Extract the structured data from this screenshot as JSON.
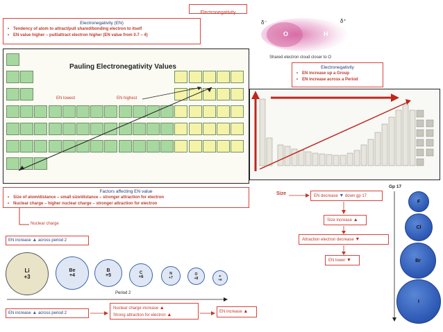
{
  "header": {
    "title": "Electronegativity"
  },
  "definition": {
    "title": "Electronegativity (EN)",
    "bullets": [
      "Tendency of atom to attract/pull shared/bonding electron to itself",
      "EN value higher – pull/attract electron higher (EN value from 0.7 – 4)"
    ]
  },
  "molecule": {
    "left_atom": "O",
    "right_atom": "H",
    "left_charge": "δ⁻",
    "right_charge": "δ⁺",
    "caption": "Shared electron cloud closer to O"
  },
  "periodic_table": {
    "title": "Pauling Electronegativity Values",
    "label_lowest": "EN lowest",
    "label_highest": "EN highest"
  },
  "trend_box": {
    "title": "Electronegativity",
    "bullets": [
      "EN increase up a Group",
      "EN increase across a Period"
    ]
  },
  "factors": {
    "title": "Factors affecting EN value",
    "bullets": [
      "Size of atom/distance – small size/distance – stronger attraction for electron",
      "Nuclear charge – higher nuclear charge – stronger attraction for electron"
    ]
  },
  "nuclear": {
    "label": "Nuclear charge",
    "en_increase_top": "EN increase",
    "en_increase_top_suffix": "across period 2",
    "period_label": "Period 2",
    "en_increase_bottom": "EN increase",
    "en_increase_bottom_suffix": "across period 2",
    "nuc_box_line1": "Nuclear charge increase",
    "nuc_box_line2": "Strong attraction for electron",
    "final_box": "EN increase",
    "elements": [
      {
        "symbol": "Li",
        "charge": "+3"
      },
      {
        "symbol": "Be",
        "charge": "+4"
      },
      {
        "symbol": "B",
        "charge": "+5"
      },
      {
        "symbol": "C",
        "charge": "+6"
      },
      {
        "symbol": "N",
        "charge": "+7"
      },
      {
        "symbol": "O",
        "charge": "+8"
      },
      {
        "symbol": "F",
        "charge": "+9"
      }
    ]
  },
  "size_flow": {
    "label": "Size",
    "step1_prefix": "EN decrease",
    "step1_suffix": "down gp 17",
    "step2": "Size increase",
    "step3": "Attraction electron decrease",
    "step4": "EN lower"
  },
  "group17": {
    "label": "Gp 17",
    "elements": [
      "F",
      "Cl",
      "Br",
      "I"
    ]
  },
  "colors": {
    "red_border": "#d8433b",
    "red_text": "#c0392b",
    "green_cell": "#a7d8a0",
    "yellow_cell": "#f5f3a8",
    "blue_circle": "#2c57b3"
  }
}
